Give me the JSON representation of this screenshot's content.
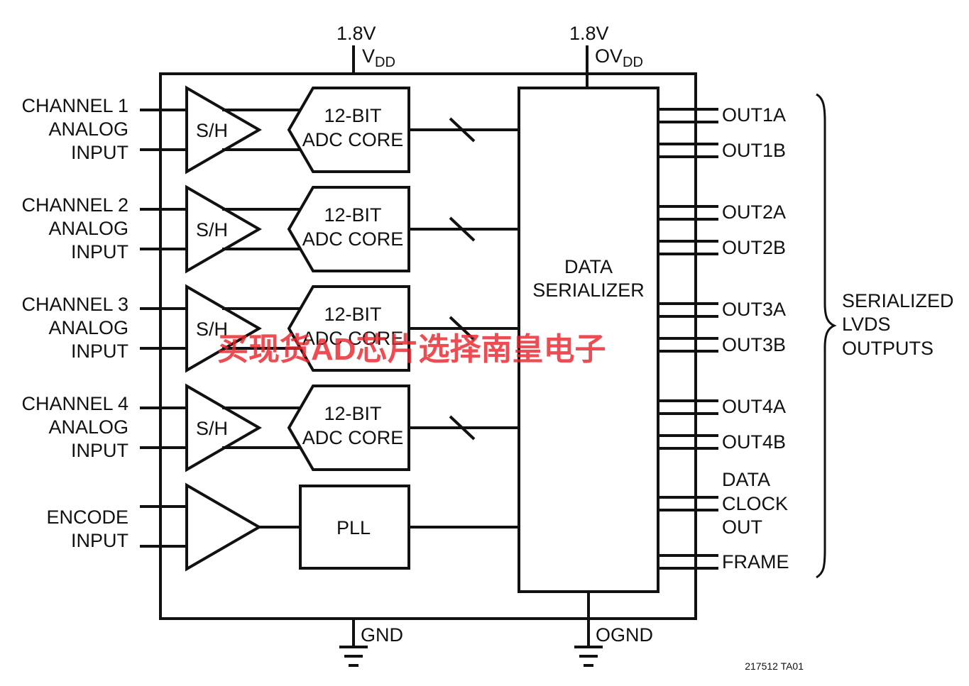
{
  "supplies": {
    "vdd": {
      "voltage": "1.8V",
      "name": "V",
      "subscript": "DD"
    },
    "ovdd": {
      "voltage": "1.8V",
      "name": "OV",
      "subscript": "DD"
    },
    "gnd": "GND",
    "ognd": "OGND"
  },
  "channels": [
    {
      "label_lines": [
        "CHANNEL 1",
        "ANALOG",
        "INPUT"
      ],
      "sh_label": "S/H",
      "adc_lines": [
        "12-BIT",
        "ADC CORE"
      ]
    },
    {
      "label_lines": [
        "CHANNEL 2",
        "ANALOG",
        "INPUT"
      ],
      "sh_label": "S/H",
      "adc_lines": [
        "12-BIT",
        "ADC CORE"
      ]
    },
    {
      "label_lines": [
        "CHANNEL 3",
        "ANALOG",
        "INPUT"
      ],
      "sh_label": "S/H",
      "adc_lines": [
        "12-BIT",
        "ADC CORE"
      ]
    },
    {
      "label_lines": [
        "CHANNEL 4",
        "ANALOG",
        "INPUT"
      ],
      "sh_label": "S/H",
      "adc_lines": [
        "12-BIT",
        "ADC CORE"
      ]
    }
  ],
  "encode": {
    "label_lines": [
      "ENCODE",
      "INPUT"
    ]
  },
  "pll": {
    "label": "PLL"
  },
  "serializer": {
    "label_lines": [
      "DATA",
      "SERIALIZER"
    ]
  },
  "outputs": [
    "OUT1A",
    "OUT1B",
    "OUT2A",
    "OUT2B",
    "OUT3A",
    "OUT3B",
    "OUT4A",
    "OUT4B"
  ],
  "clock_out": {
    "label_lines": [
      "DATA",
      "CLOCK",
      "OUT"
    ]
  },
  "frame": {
    "label": "FRAME"
  },
  "bracket_label": {
    "lines": [
      "SERIALIZED",
      "LVDS",
      "OUTPUTS"
    ]
  },
  "figure_id": "217512 TA01",
  "watermark": "买现货AD芯片选择南皇电子",
  "colors": {
    "line": "#111111",
    "watermark": "#e8262d",
    "background": "#ffffff"
  }
}
